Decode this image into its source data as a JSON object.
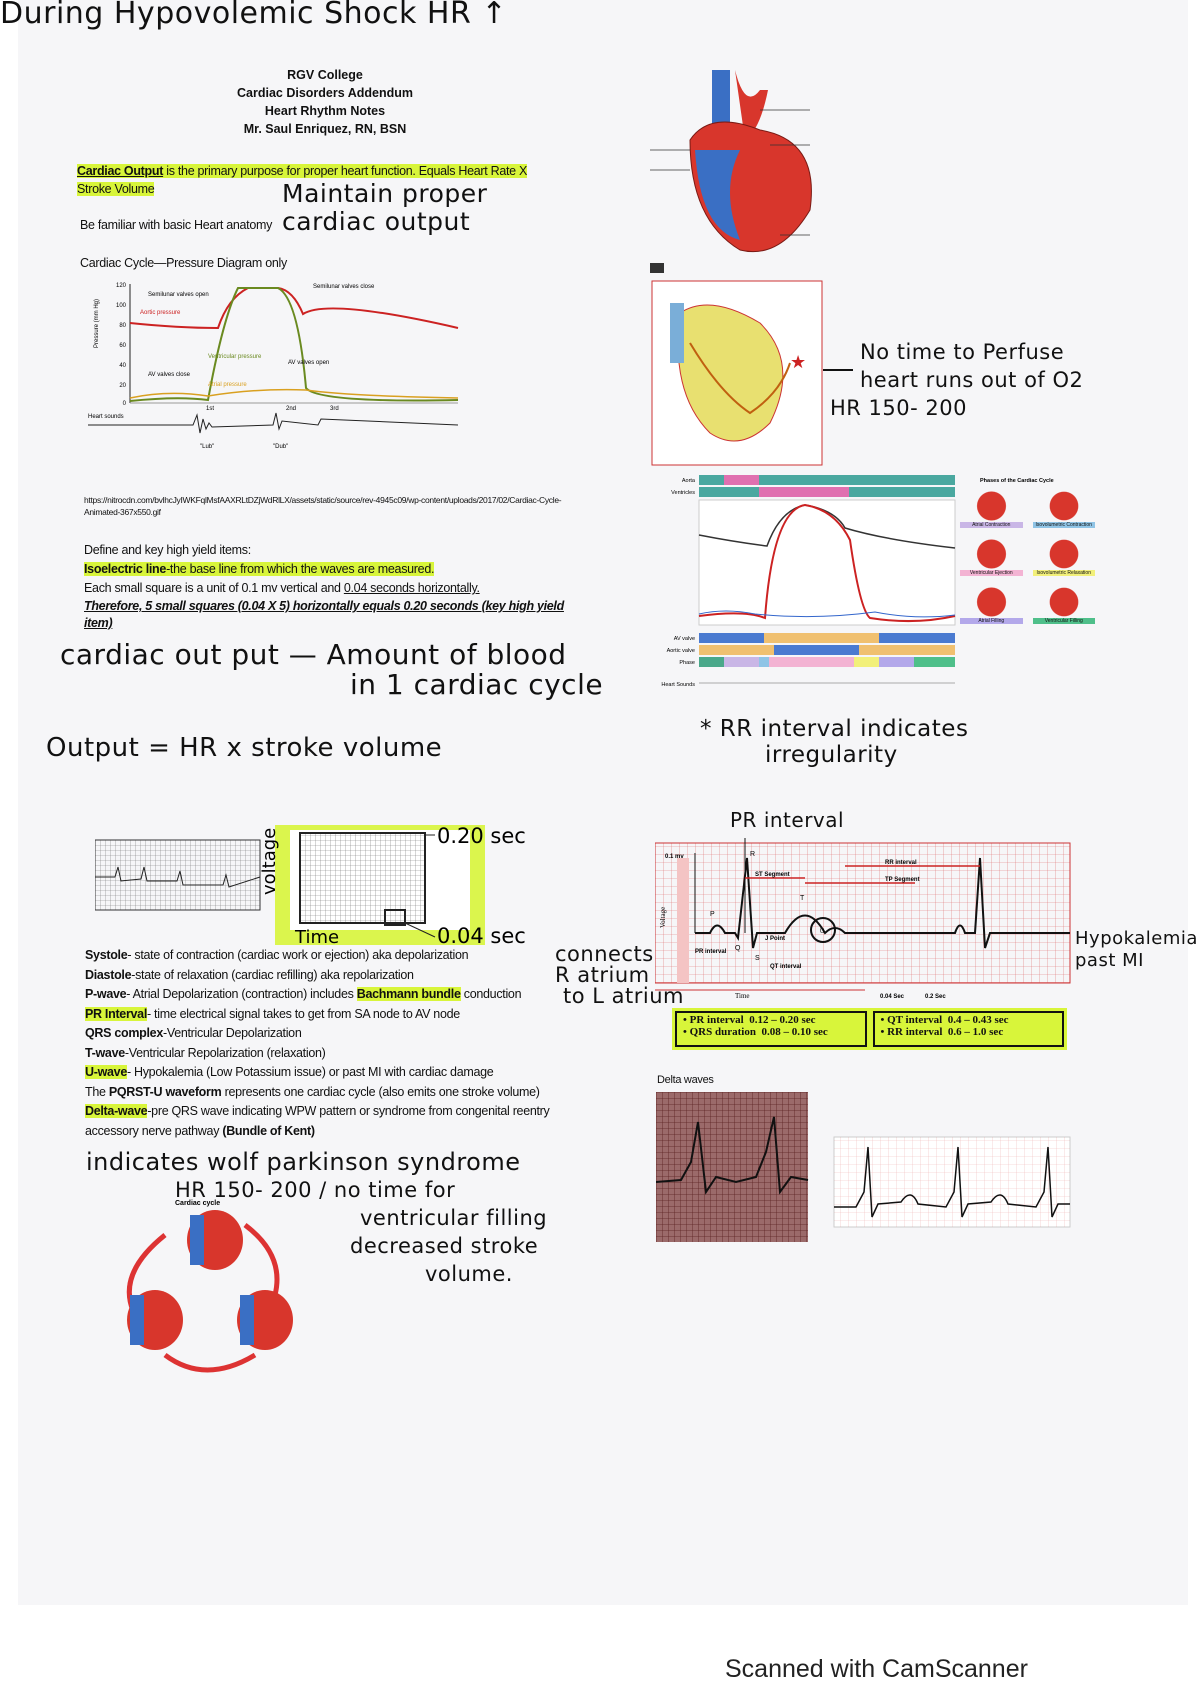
{
  "handwritten": {
    "top_note": "During Hypovolemic Shock  HR ↑",
    "maintain": [
      "Maintain proper",
      "cardiac output"
    ],
    "cardiac_output_def": [
      "cardiac out put — Amount of blood",
      "in 1 cardiac cycle"
    ],
    "formula": "Output = HR x stroke volume",
    "sec_020": "0.20 sec",
    "sec_004": "0.04 sec",
    "voltage": "voltage",
    "time": "Time",
    "connects": [
      "connects",
      "R atrium",
      "to L atrium"
    ],
    "wpw": "indicates wolf parkinson syndrome",
    "hr_filling": [
      "HR 150- 200 / no time for",
      "ventricular filling",
      "decreased stroke",
      "volume."
    ],
    "perfuse": [
      "No time to Perfuse",
      "heart runs out of O2",
      "HR 150- 200"
    ],
    "rr_note": [
      "* RR interval indicates",
      "irregularity"
    ],
    "pr_interval": "PR interval",
    "hypokalemia": [
      "Hypokalemia",
      "past MI"
    ]
  },
  "document": {
    "header": [
      "RGV College",
      "Cardiac Disorders Addendum",
      "Heart Rhythm Notes",
      "Mr. Saul Enriquez, RN, BSN"
    ],
    "cardiac_output": {
      "term": "Cardiac Output",
      "text": " is the primary purpose for proper heart function. Equals Heart Rate X Stroke Volume"
    },
    "anatomy": "Be familiar with basic Heart anatomy",
    "pressure_title": "Cardiac Cycle—Pressure Diagram only",
    "url": "https://nitrocdn.com/bvlhcJyIWKFqlMsfAAXRLtDZjWdRlLX/assets/static/source/rev-4945c09/wp-content/uploads/2017/02/Cardiac-Cycle-Animated-367x550.gif",
    "define_title": "Define and key high yield items:",
    "isoelectric": {
      "term": "Isoelectric line",
      "text": "-the base line from which the waves are measured."
    },
    "small_square": {
      "text": "Each small square is a unit of 0.1 mv vertical and ",
      "underlined": "0.04 seconds horizontally."
    },
    "therefore": "Therefore, 5 small squares (0.04 X 5) horizontally equals 0.20 seconds (key high yield item)",
    "definitions": [
      {
        "term": "Systole",
        "text": "- state of contraction (cardiac work or ejection) aka depolarization",
        "highlight": false
      },
      {
        "term": "Diastole",
        "text": "-state of relaxation (cardiac refilling) aka repolarization",
        "highlight": false
      },
      {
        "term": "P-wave",
        "text": "- Atrial Depolarization (contraction) includes ",
        "bold2": "Bachmann bundle",
        "text2": " conduction",
        "highlight": false
      },
      {
        "term": "PR Interval",
        "text": "- time electrical signal takes to get from SA node to AV node",
        "highlight": true
      },
      {
        "term": "QRS complex",
        "text": "-Ventricular Depolarization",
        "highlight": false
      },
      {
        "term": "T-wave",
        "text": "-Ventricular Repolarization (relaxation)",
        "highlight": false
      },
      {
        "term": "U-wave",
        "text": "- Hypokalemia (Low Potassium issue) or past MI with cardiac damage",
        "highlight": true
      },
      {
        "pre": "The ",
        "term": "PQRST-U waveform",
        "text": " represents one cardiac cycle (also emits one stroke volume)",
        "highlight": false
      },
      {
        "term": "Delta-wave",
        "text": "-pre QRS wave indicating WPW pattern or syndrome from congenital reentry accessory nerve pathway ",
        "bold2": "(Bundle of Kent)",
        "highlight": true
      }
    ],
    "pressure_diagram": {
      "labels": [
        "Aortic pressure",
        "Ventricular pressure",
        "Atrial pressure",
        "AV valves close",
        "AV valves open",
        "Semilunar valves open",
        "Semilunar valves close",
        "Heart sounds",
        "1st",
        "2nd",
        "3rd",
        "\"Lub\"",
        "\"Dub\""
      ],
      "yticks": [
        "120",
        "100",
        "80",
        "60",
        "40",
        "20",
        "0"
      ],
      "ylabel": "Pressure (mm Hg)"
    },
    "cardiac_cycle_label": "Cardiac cycle",
    "wiggers": {
      "rows": [
        "Aorta",
        "Ventricles",
        "AV valve",
        "Aortic valve",
        "Phase",
        "Heart Sounds"
      ],
      "phases_title": "Phases of the Cardiac Cycle",
      "phases": [
        {
          "name": "Atrial Contraction",
          "color": "#c9b6e6"
        },
        {
          "name": "Isovolumetric Contraction",
          "color": "#8fc4e6"
        },
        {
          "name": "Ventricular Ejection",
          "color": "#f3b3d3"
        },
        {
          "name": "Isovolumetric Relaxation",
          "color": "#f2f07a"
        },
        {
          "name": "Atrial Filling",
          "color": "#b3a8ea"
        },
        {
          "name": "Ventricular Filling",
          "color": "#4fbf8a"
        }
      ]
    },
    "ecg_labels": [
      "0.1 mv",
      "ST Segment",
      "RR interval",
      "TP Segment",
      "PR interval",
      "QT interval",
      "P",
      "Q",
      "R",
      "S",
      "T",
      "U",
      "J Point",
      "Time",
      "Voltage",
      "0.04 Sec",
      "0.2 Sec"
    ],
    "ranges": [
      {
        "label": "PR interval",
        "value": "0.12 – 0.20 sec"
      },
      {
        "label": "QRS duration",
        "value": "0.08 – 0.10 sec"
      },
      {
        "label": "QT interval",
        "value": "0.4 – 0.43 sec"
      },
      {
        "label": "RR interval",
        "value": "0.6 – 1.0  sec"
      }
    ],
    "delta_title": "Delta waves"
  },
  "footer": "Scanned with CamScanner",
  "colors": {
    "highlighter": "#d8f53a",
    "paper": "#f6f6f8",
    "artery_red": "#d8362c",
    "vein_blue": "#3a6fc4"
  }
}
